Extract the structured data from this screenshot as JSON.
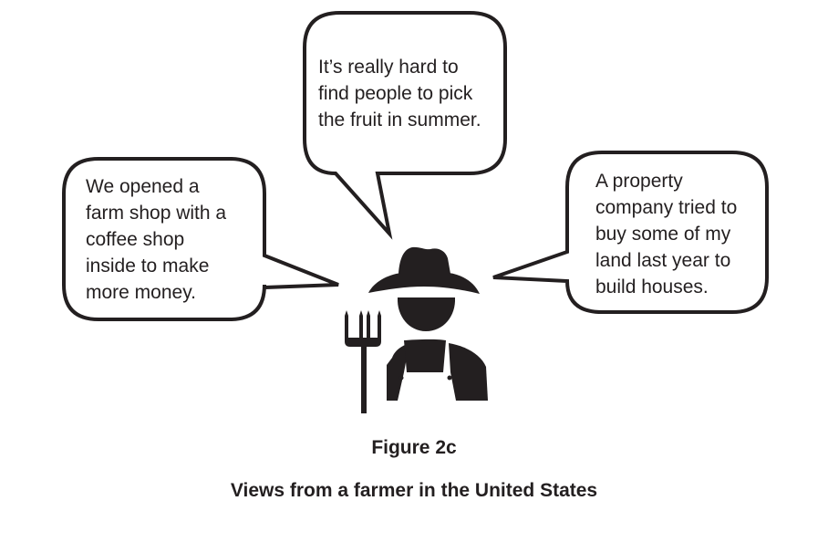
{
  "figure": {
    "number": "Figure 2c",
    "title": "Views from a farmer in the United States"
  },
  "bubbles": {
    "top": {
      "lines": [
        "It’s really hard to",
        "find people to pick",
        "the fruit in summer."
      ]
    },
    "left": {
      "lines": [
        "We opened a",
        "farm shop with a",
        "coffee shop",
        "inside to make",
        "more money."
      ]
    },
    "right": {
      "lines": [
        "A property",
        "company tried to",
        "buy some of my",
        "land last year to",
        "build houses."
      ]
    }
  },
  "icons": {
    "central": "farmer-with-pitchfork-icon"
  },
  "colors": {
    "ink": "#231f20",
    "background": "#ffffff"
  }
}
